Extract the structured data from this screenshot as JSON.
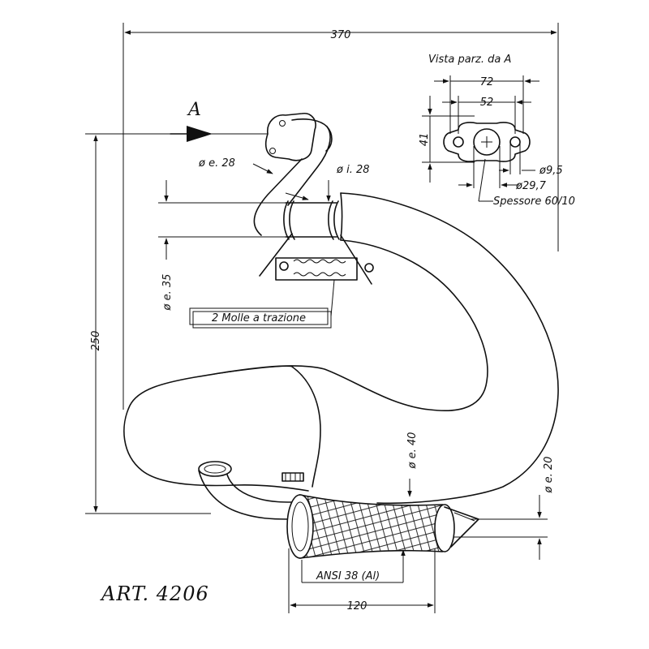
{
  "dims": {
    "overall_width": "370",
    "overall_height": "250",
    "view_title": "Vista parz. da A",
    "flange_outer": "72",
    "flange_inner": "52",
    "flange_height": "41",
    "hole_dia": "ø9,5",
    "bore_dia": "ø29,7",
    "thickness": "Spessore 60/10",
    "view_arrow": "A",
    "inlet_outer": "ø e. 28",
    "inlet_inner": "ø i. 28",
    "pipe_35": "ø e. 35",
    "springs": "2 Molle a trazione",
    "body_40": "ø e. 40",
    "tail_20": "ø e. 20",
    "ansi": "ANSI 38 (Al)",
    "silencer_len": "120"
  },
  "article": "ART.  4206"
}
